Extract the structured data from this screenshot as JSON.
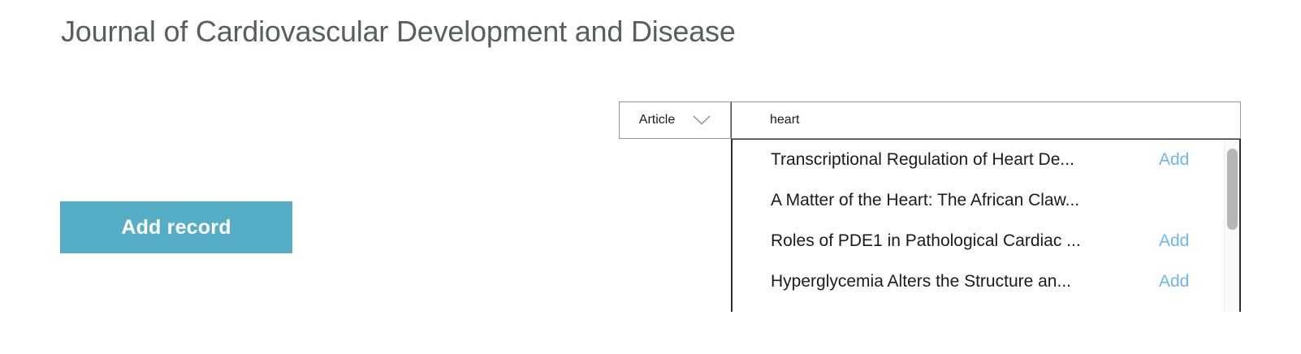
{
  "page": {
    "title": "Journal of Cardiovascular Development and Disease",
    "background_color": "#ffffff",
    "title_color": "#58605f"
  },
  "actions": {
    "add_record_label": "Add record",
    "add_record_bg_color": "#56aec6",
    "add_record_text_color": "#ffffff"
  },
  "search": {
    "type_selector": {
      "value": "Article",
      "icon": "chevron-down-icon"
    },
    "input": {
      "value": "heart",
      "placeholder": ""
    },
    "results": [
      {
        "title": "Transcriptional Regulation of Heart De...",
        "add_label": "Add",
        "has_add": true
      },
      {
        "title": "A Matter of the Heart: The African Claw...",
        "add_label": "",
        "has_add": false
      },
      {
        "title": "Roles of PDE1 in Pathological Cardiac ...",
        "add_label": "Add",
        "has_add": true
      },
      {
        "title": "Hyperglycemia Alters the Structure an...",
        "add_label": "Add",
        "has_add": true
      }
    ],
    "add_link_color": "#6cb6f5",
    "scrollbar": {
      "thumb_color": "#b6b6b6",
      "track_color": "#fafafa"
    }
  }
}
